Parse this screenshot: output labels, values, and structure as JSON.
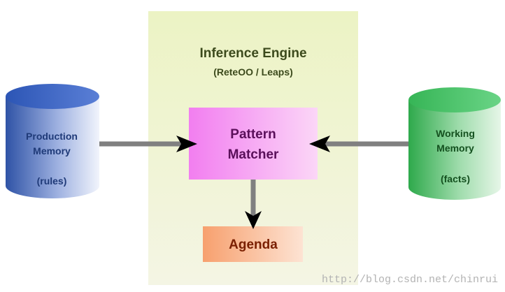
{
  "engine": {
    "title": "Inference Engine",
    "subtitle": "(ReteOO / Leaps)",
    "colors": {
      "panel_top": "#ecf3c4",
      "panel_bottom": "#f4f5e4",
      "text": "#3c4a1c"
    }
  },
  "pattern_matcher": {
    "line1": "Pattern",
    "line2": "Matcher",
    "colors": {
      "fill_left": "#f27ef0",
      "fill_right": "#fbd6f7",
      "text": "#5a0f5a"
    }
  },
  "agenda": {
    "label": "Agenda",
    "colors": {
      "fill_left": "#f7a06e",
      "fill_right": "#fde3d3",
      "text": "#7a1f00"
    }
  },
  "production_memory": {
    "line1": "Production",
    "line2": "Memory",
    "line3": "(rules)",
    "colors": {
      "side_dark": "#2f53a6",
      "side_light": "#f1f4fc",
      "top": "#3c63c3",
      "text": "#1f3a78"
    }
  },
  "working_memory": {
    "line1": "Working",
    "line2": "Memory",
    "line3": "(facts)",
    "colors": {
      "side_dark": "#2ea94b",
      "side_light": "#e6f6e8",
      "top": "#40c060",
      "text": "#14501f"
    }
  },
  "arrows": {
    "color": "#808080",
    "head_color": "#000000"
  },
  "watermark": "http://blog.csdn.net/chinrui"
}
